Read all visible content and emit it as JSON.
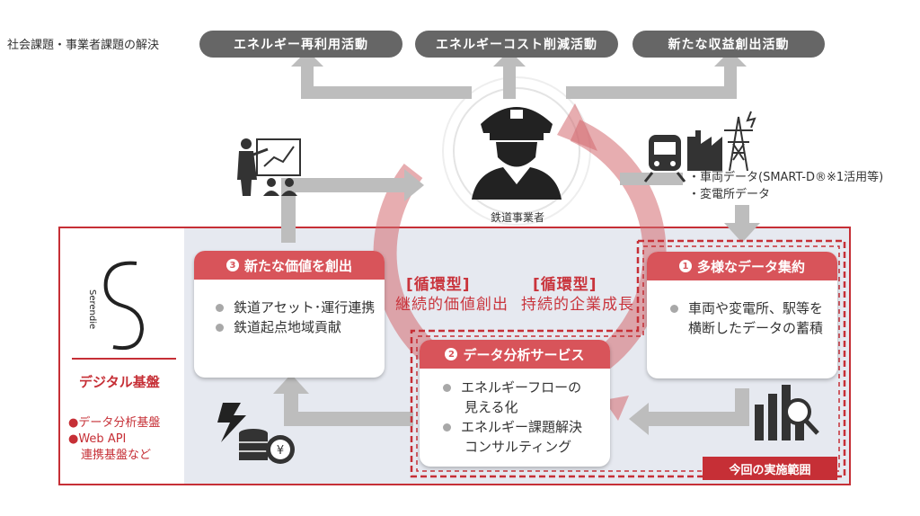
{
  "top": {
    "label": "社会課題・事業者課題の解決",
    "pills": [
      "エネルギー再利用活動",
      "エネルギーコスト削減活動",
      "新たな収益創出活動"
    ]
  },
  "operator": {
    "label": "鉄道事業者"
  },
  "data_note": {
    "line1": "・車両データ(SMART-D®※1活用等)",
    "line2": "・変電所データ"
  },
  "digital": {
    "logo_text": "Serendie",
    "title": "デジタル基盤",
    "items": [
      "●データ分析基盤",
      "●Web API",
      "連携基盤など"
    ]
  },
  "card3": {
    "num": "3",
    "title": "新たな価値を創出",
    "items": [
      "鉄道アセット･運行連携",
      "鉄道起点地域貢献"
    ]
  },
  "card1": {
    "num": "1",
    "title": "多様なデータ集約",
    "lines": [
      "車両や変電所、駅等を",
      "横断したデータの蓄積"
    ]
  },
  "card2": {
    "num": "2",
    "title": "データ分析サービス",
    "items": [
      {
        "line1": "エネルギーフローの",
        "line2": "見える化"
      },
      {
        "line1": "エネルギー課題解決",
        "line2": "コンサルティング"
      }
    ]
  },
  "center": {
    "left_tag": "[循環型]",
    "left_text": "継続的価値創出",
    "right_tag": "[循環型]",
    "right_text": "持続的企業成長"
  },
  "scope_label": "今回の実施範囲",
  "icons": [
    "presenter-icon",
    "train-icon",
    "factory-icon",
    "pylon-icon",
    "lightning-icon",
    "coins-icon",
    "analytics-icon",
    "operator-icon"
  ],
  "colors": {
    "accent": "#d8545a",
    "frame": "#c62f36",
    "pill": "#666666",
    "arrow": "#bdbdbd",
    "panel": "#e6e9f0"
  }
}
